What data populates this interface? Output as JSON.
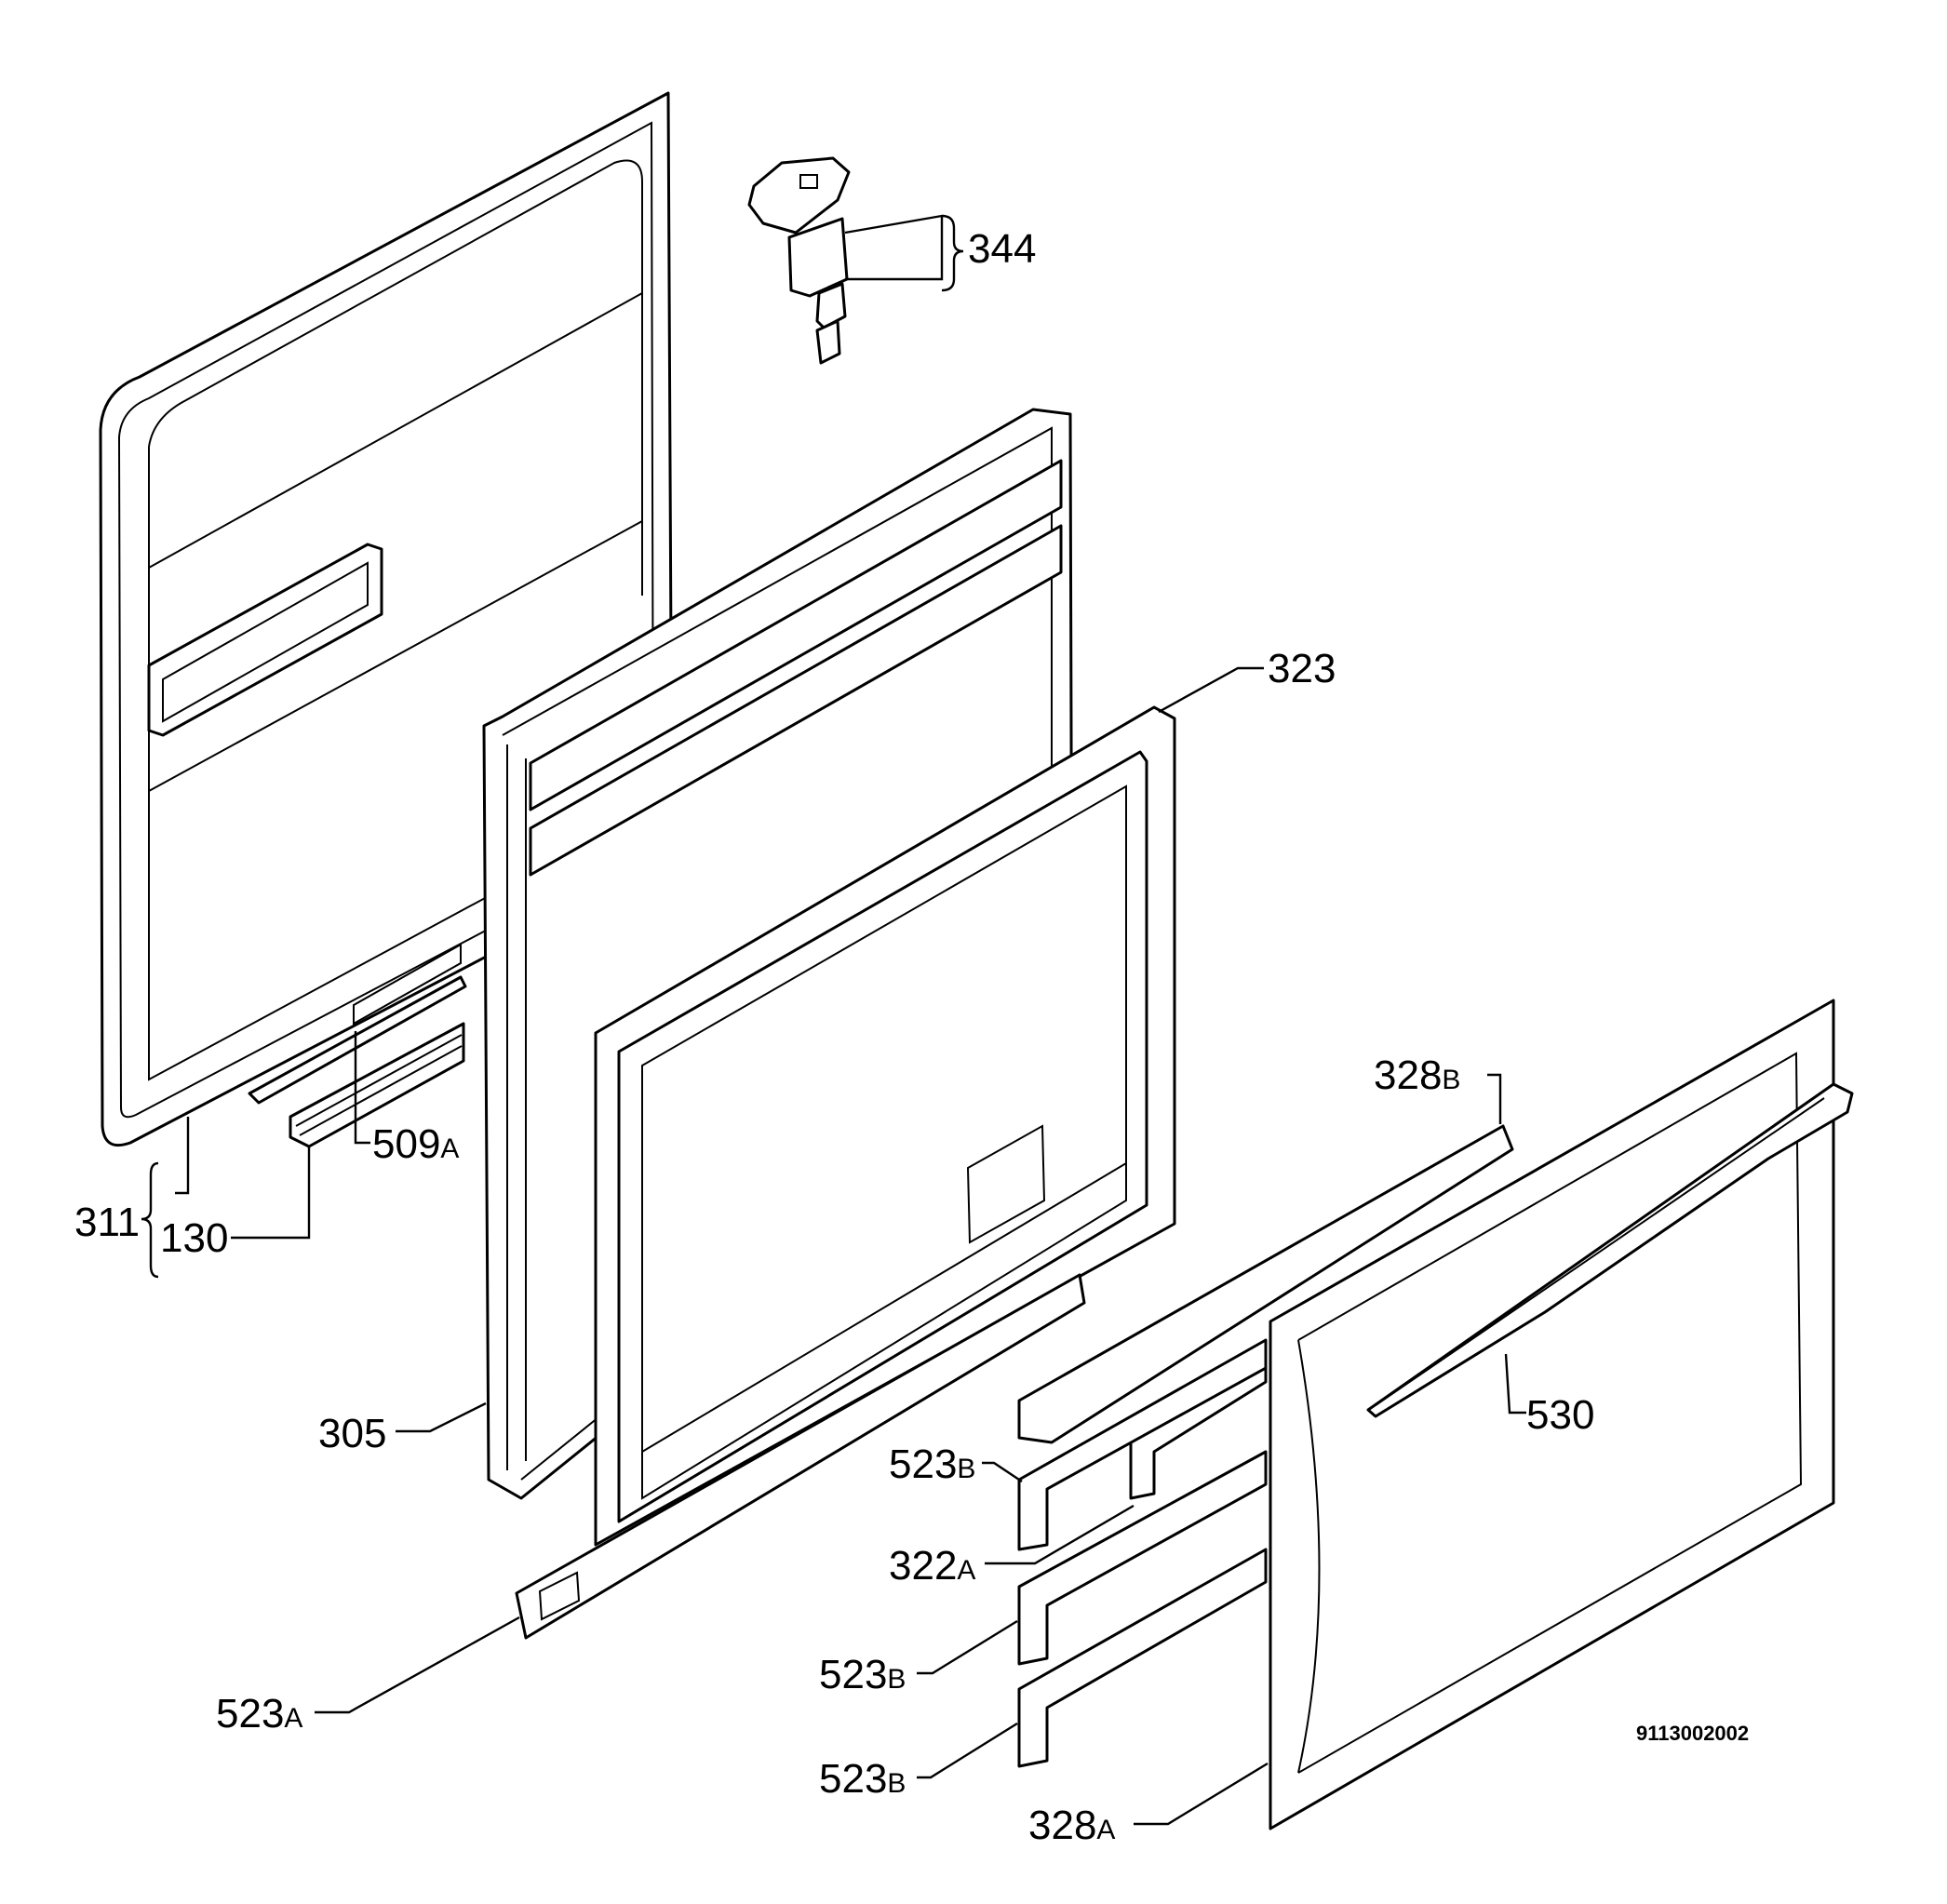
{
  "callouts": {
    "c344": "344",
    "c323": "323",
    "c328b_num": "328",
    "c328b_suf": "B",
    "c509a_num": "509",
    "c509a_suf": "A",
    "c311": "311",
    "c130": "130",
    "c305": "305",
    "c530": "530",
    "c523b1_num": "523",
    "c523b1_suf": "B",
    "c322a_num": "322",
    "c322a_suf": "A",
    "c523b2_num": "523",
    "c523b2_suf": "B",
    "c523a_num": "523",
    "c523a_suf": "A",
    "c523b3_num": "523",
    "c523b3_suf": "B",
    "c328a_num": "328",
    "c328a_suf": "A"
  },
  "document_number": "9113002002"
}
